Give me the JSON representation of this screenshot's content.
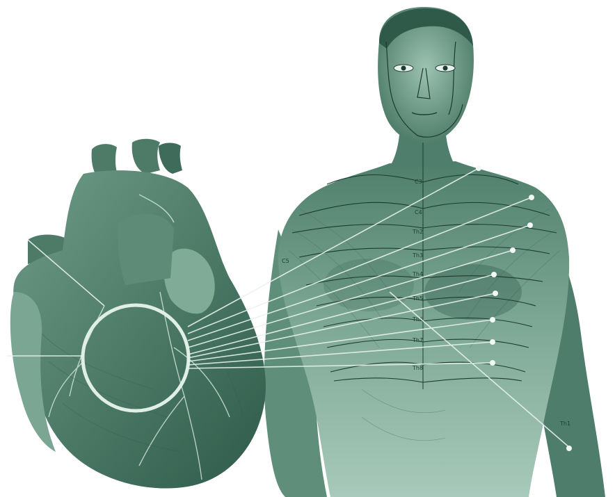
{
  "colors": {
    "background": "#ffffff",
    "tint_dark": "#2f5a4a",
    "tint_mid": "#5f8f7b",
    "tint_light": "#a9cbbd",
    "line_dark": "#1c3a30",
    "pointer": "#e8f3ee"
  },
  "figure": {
    "heart": {
      "icon": "heart-anatomy-illustration"
    },
    "torso": {
      "icon": "human-torso-anatomy-illustration"
    },
    "focus_ring": {
      "icon": "circle-highlight"
    }
  },
  "dermatome_labels": [
    {
      "id": "c3",
      "text": "C3"
    },
    {
      "id": "c4",
      "text": "C4"
    },
    {
      "id": "th2",
      "text": "Th2"
    },
    {
      "id": "th3",
      "text": "Th3"
    },
    {
      "id": "th4",
      "text": "Th4"
    },
    {
      "id": "th5",
      "text": "Th5"
    },
    {
      "id": "th6",
      "text": "Th6"
    },
    {
      "id": "th7",
      "text": "Th7"
    },
    {
      "id": "th8",
      "text": "Th8"
    },
    {
      "id": "c5",
      "text": "C5"
    },
    {
      "id": "th1",
      "text": "Th1"
    }
  ]
}
